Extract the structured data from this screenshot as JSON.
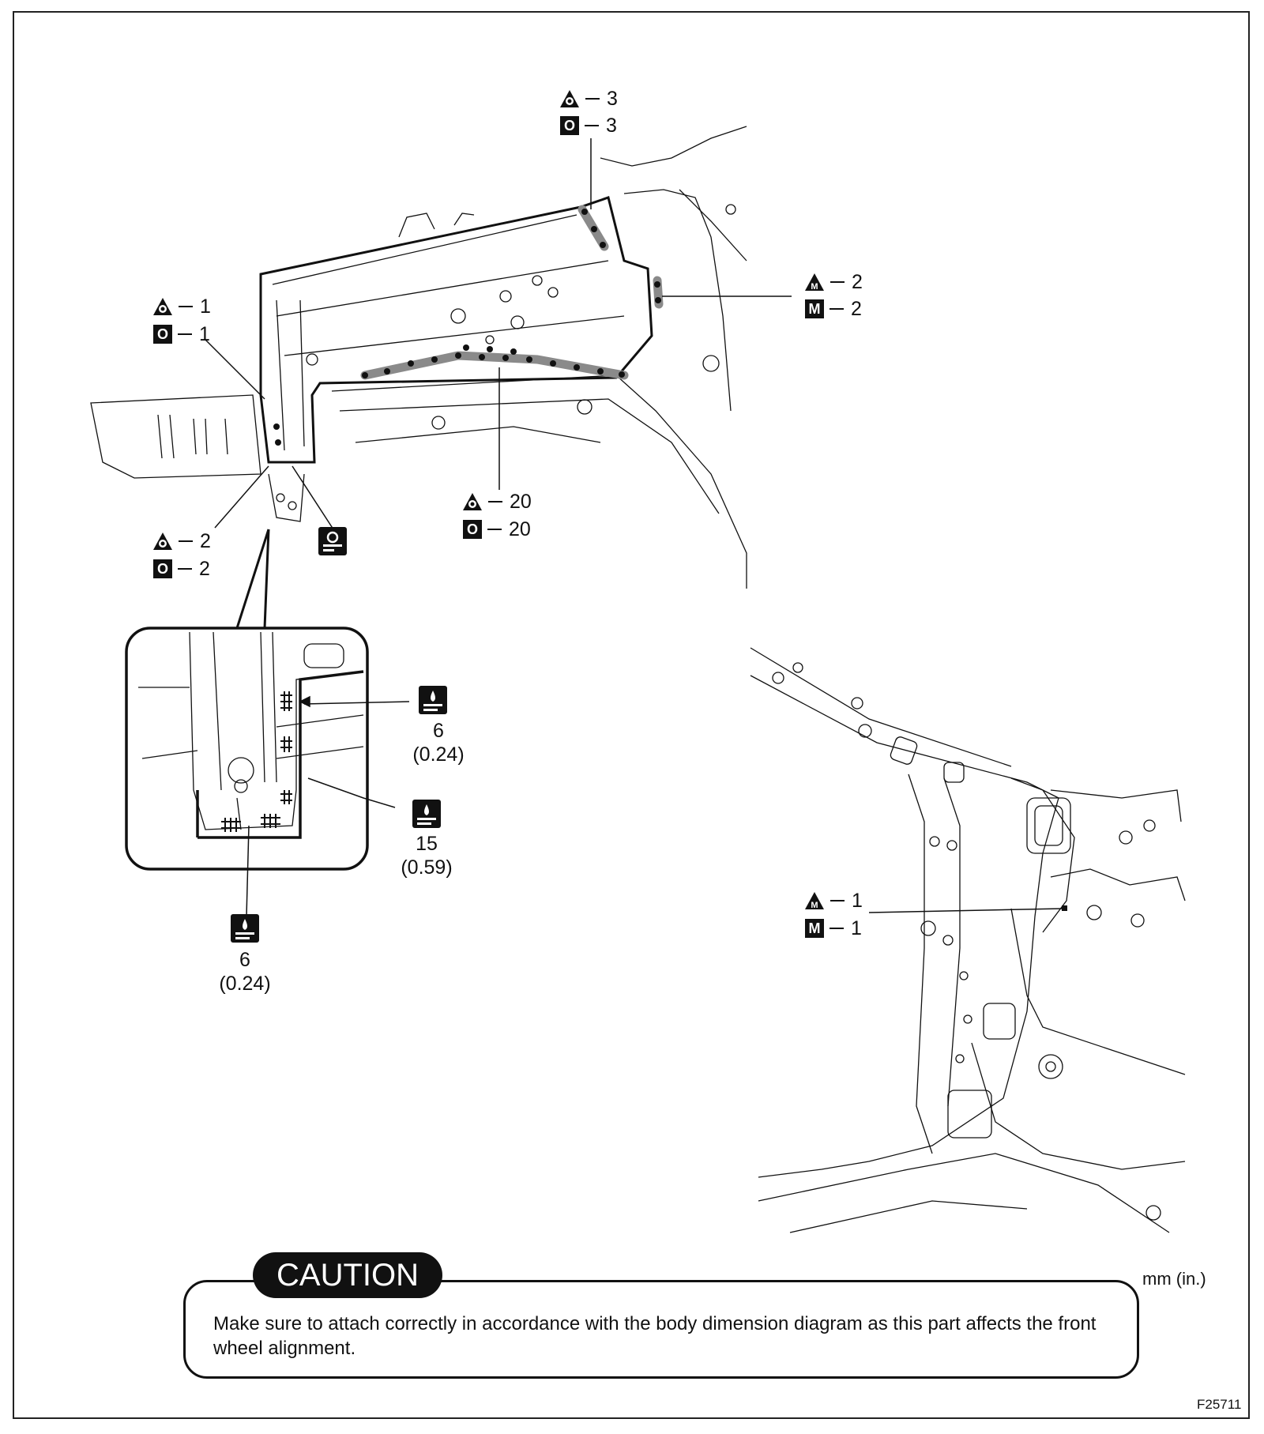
{
  "figure": {
    "figure_id": "F25711",
    "unit_note": "mm (in.)"
  },
  "weld_callouts": [
    {
      "id": "a3",
      "line1": "3",
      "line2": "3",
      "sym1": "triangle-spot",
      "sym2": "square-spot"
    },
    {
      "id": "m2",
      "line1": "2",
      "line2": "2",
      "sym1": "triangle-m",
      "sym2": "square-m"
    },
    {
      "id": "a1",
      "line1": "1",
      "line2": "1",
      "sym1": "triangle-spot",
      "sym2": "square-spot"
    },
    {
      "id": "a2",
      "line1": "2",
      "line2": "2",
      "sym1": "triangle-spot",
      "sym2": "square-spot"
    },
    {
      "id": "a20",
      "line1": "20",
      "line2": "20",
      "sym1": "triangle-spot",
      "sym2": "square-spot"
    },
    {
      "id": "m1",
      "line1": "1",
      "line2": "1",
      "sym1": "triangle-m",
      "sym2": "square-m"
    }
  ],
  "sym_letters": {
    "spot": "O",
    "mig": "M"
  },
  "dimensions": [
    {
      "id": "d1",
      "value": "6",
      "inches": "(0.24)"
    },
    {
      "id": "d2",
      "value": "15",
      "inches": "(0.59)"
    },
    {
      "id": "d3",
      "value": "6",
      "inches": "(0.24)"
    }
  ],
  "caution": {
    "title": "CAUTION",
    "text": "Make sure to attach correctly in accordance with the body dimension diagram as this part affects the front wheel alignment."
  },
  "colors": {
    "line": "#111111",
    "weld_band": "#8a8a8a",
    "background": "#ffffff"
  }
}
